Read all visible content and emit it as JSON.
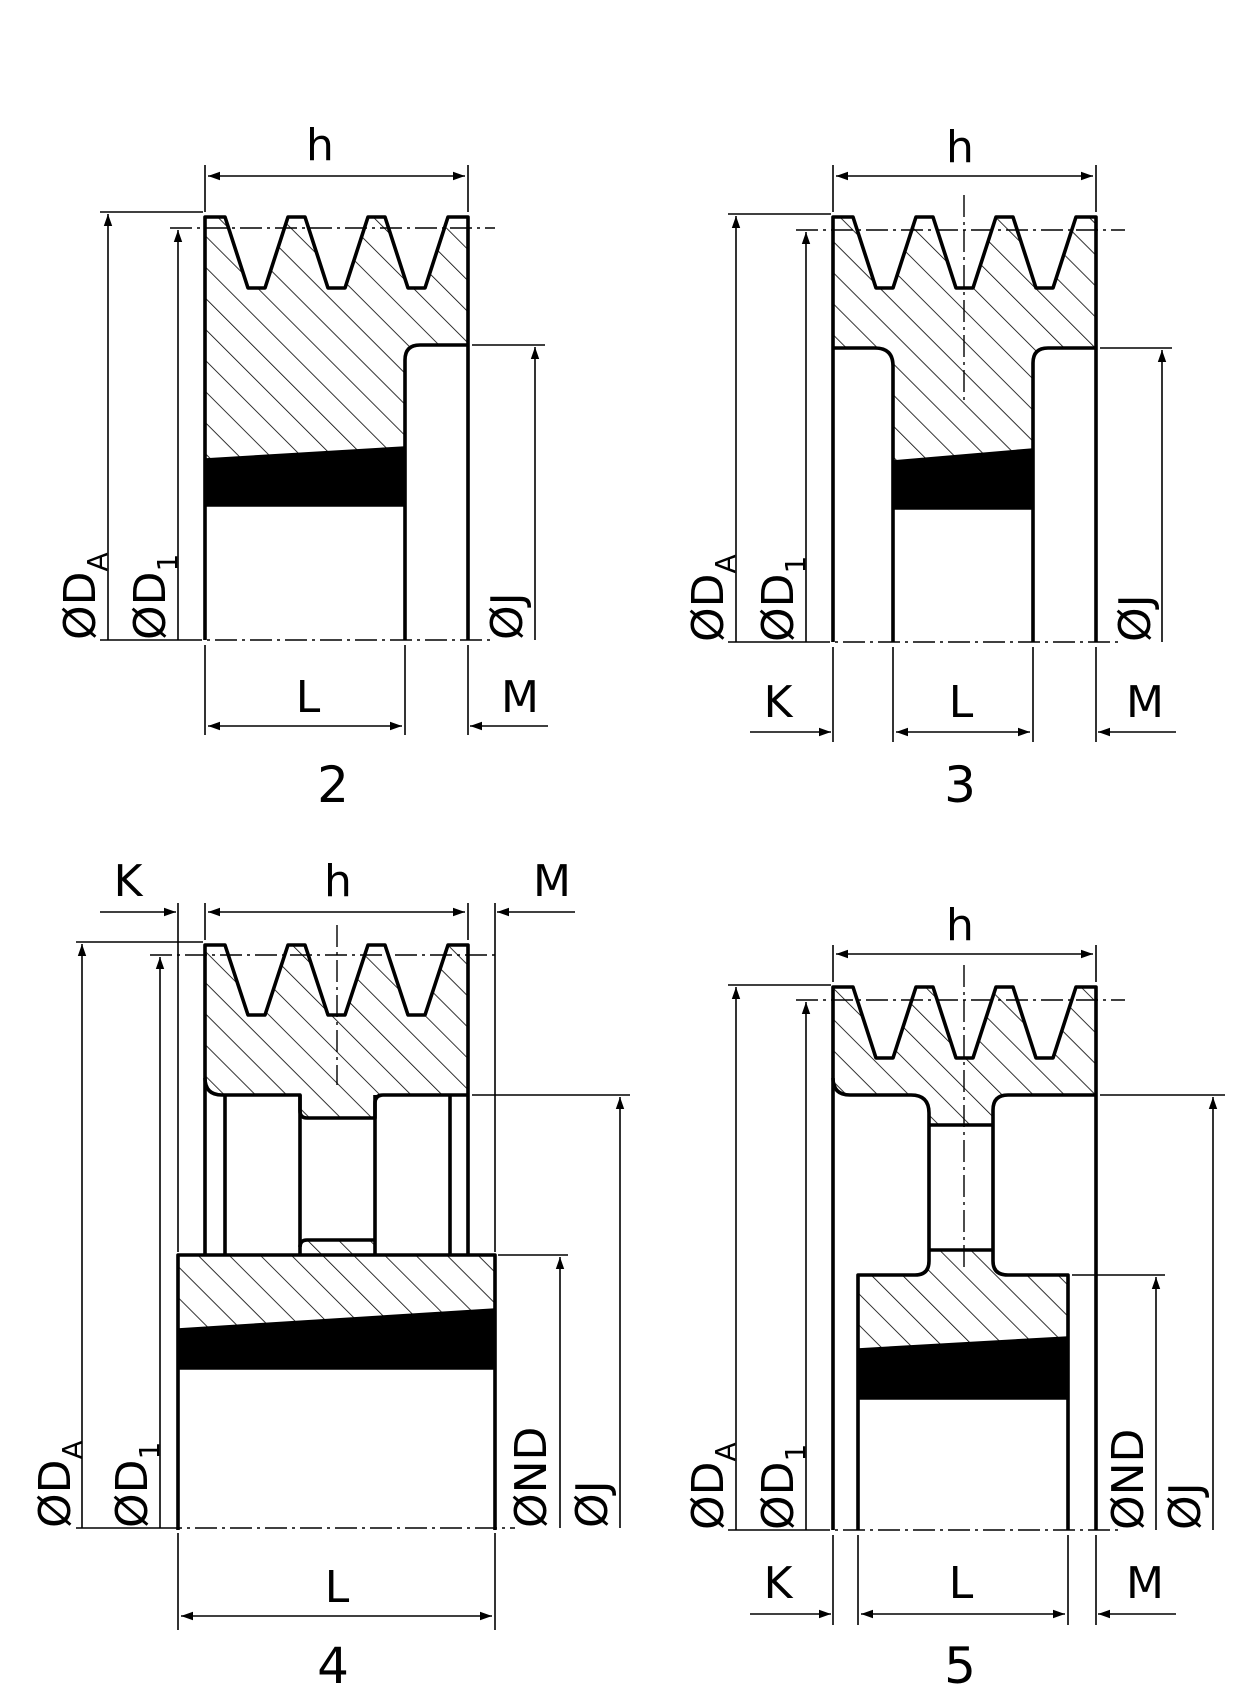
{
  "labels": {
    "h": "h",
    "L": "L",
    "M": "M",
    "K": "K",
    "dia": "Ø",
    "D": "D",
    "A": "A",
    "one": "1",
    "J": "J",
    "ND": "ND"
  },
  "figures": [
    "2",
    "3",
    "4",
    "5"
  ]
}
